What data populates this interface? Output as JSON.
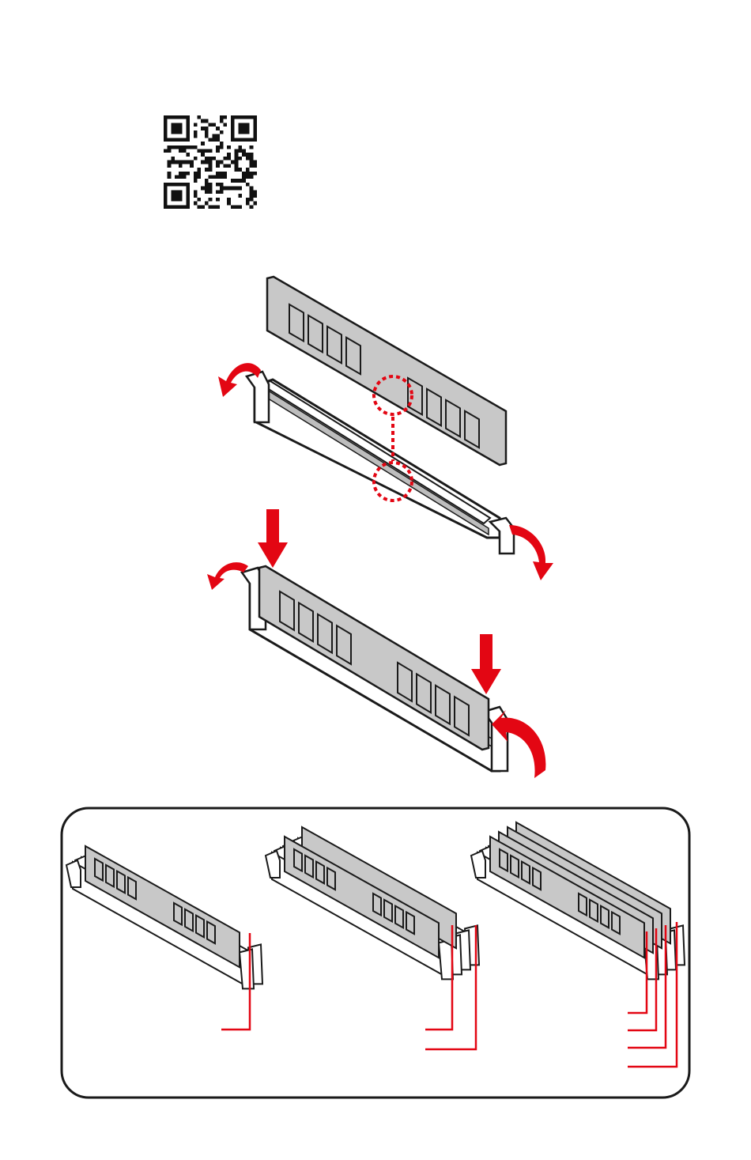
{
  "diagram": {
    "qr_code": {
      "icon": "qr-code-icon"
    },
    "installation": {
      "steps": [
        {
          "name": "align-notch",
          "icon": "notch-alignment-circle-icon"
        },
        {
          "name": "press-module-down",
          "icon": "down-arrow-icon"
        }
      ],
      "latch_arrows": [
        "latch-open-arrow-icon",
        "latch-close-arrow-icon"
      ]
    },
    "configurations": [
      {
        "modules": 1,
        "slot_indicators": 1
      },
      {
        "modules": 2,
        "slot_indicators": 2
      },
      {
        "modules": 4,
        "slot_indicators": 4
      }
    ],
    "colors": {
      "accent": "#e30613",
      "module_fill": "#c8c8c8",
      "slot_fill": "#ffffff",
      "outline": "#1a1a1a"
    }
  }
}
